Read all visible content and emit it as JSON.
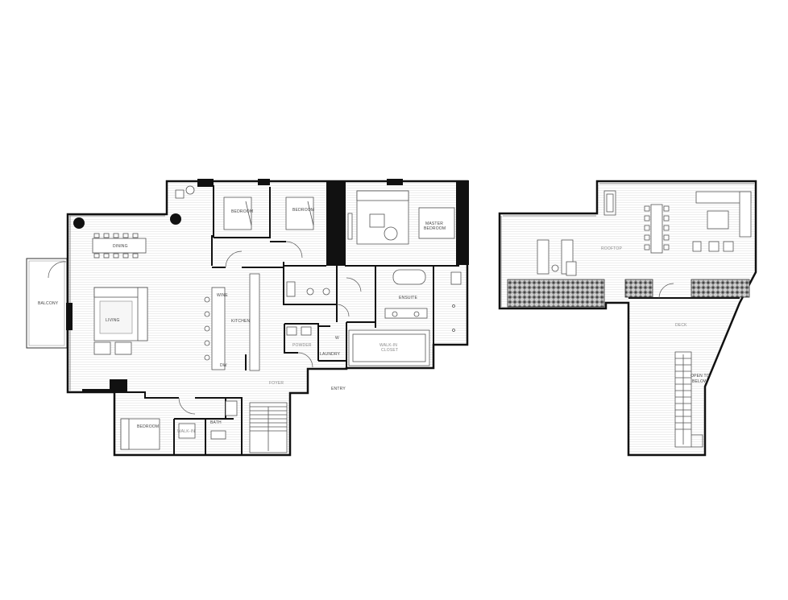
{
  "lower_level": {
    "rooms": {
      "balcony": "BALCONY",
      "dining": "DINING",
      "living": "LIVING",
      "kitchen": "KITCHEN",
      "wine": "WINE",
      "dw": "DW",
      "bedroom_1": "BEDROOM",
      "bedroom_2": "BEDROOM",
      "master": "MASTER",
      "master_2": "BEDROOM",
      "ensuite": "ENSUITE",
      "powder": "POWDER",
      "laundry": "LAUNDRY",
      "w": "W",
      "walk_in": "WALK-IN",
      "walk_in_2": "CLOSET",
      "bedroom_3": "BEDROOM",
      "bath": "BATH",
      "entry": "ENTRY",
      "foyer": "FOYER",
      "walk_in_small": "WALK-IN"
    }
  },
  "upper_level": {
    "rooms": {
      "rooftop": "ROOFTOP",
      "deck": "DECK",
      "open_to": "OPEN TO",
      "below": "BELOW"
    }
  }
}
